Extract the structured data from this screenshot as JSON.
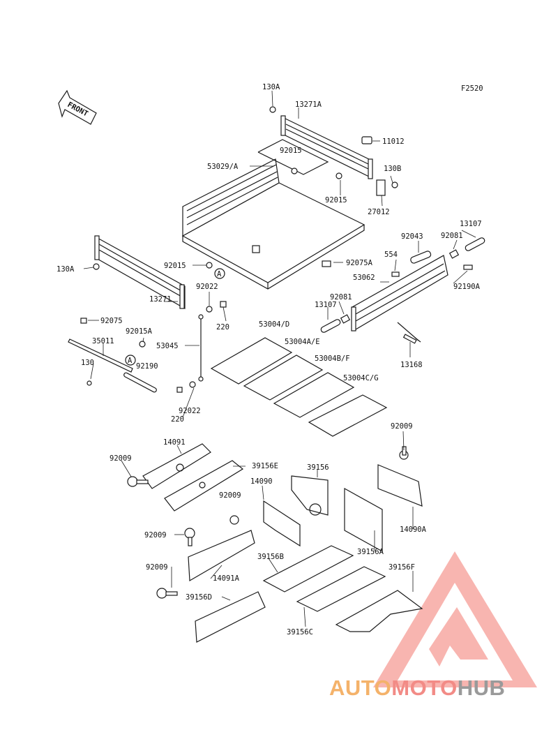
{
  "figure_code": "F2520",
  "front_label": "FRONT",
  "callout_letter": "A",
  "labels": [
    {
      "id": "130A_top",
      "text": "130A"
    },
    {
      "id": "13271A",
      "text": "13271A"
    },
    {
      "id": "11012",
      "text": "11012"
    },
    {
      "id": "92015_a",
      "text": "92015"
    },
    {
      "id": "53029A",
      "text": "53029/A"
    },
    {
      "id": "130B",
      "text": "130B"
    },
    {
      "id": "92015_b",
      "text": "92015"
    },
    {
      "id": "27012",
      "text": "27012"
    },
    {
      "id": "13107_r",
      "text": "13107"
    },
    {
      "id": "92043",
      "text": "92043"
    },
    {
      "id": "92081_r",
      "text": "92081"
    },
    {
      "id": "554",
      "text": "554"
    },
    {
      "id": "130A_left",
      "text": "130A"
    },
    {
      "id": "92015_c",
      "text": "92015"
    },
    {
      "id": "92075A",
      "text": "92075A"
    },
    {
      "id": "53062",
      "text": "53062"
    },
    {
      "id": "92190A",
      "text": "92190A"
    },
    {
      "id": "92022_top",
      "text": "92022"
    },
    {
      "id": "92081_l",
      "text": "92081"
    },
    {
      "id": "13271",
      "text": "13271"
    },
    {
      "id": "13107_l",
      "text": "13107"
    },
    {
      "id": "220_top",
      "text": "220"
    },
    {
      "id": "92075",
      "text": "92075"
    },
    {
      "id": "53004D",
      "text": "53004/D"
    },
    {
      "id": "92015A",
      "text": "92015A"
    },
    {
      "id": "35011",
      "text": "35011"
    },
    {
      "id": "53004AE",
      "text": "53004A/E"
    },
    {
      "id": "53045",
      "text": "53045"
    },
    {
      "id": "53004BF",
      "text": "53004B/F"
    },
    {
      "id": "13168",
      "text": "13168"
    },
    {
      "id": "130",
      "text": "130"
    },
    {
      "id": "92190",
      "text": "92190"
    },
    {
      "id": "53004CG",
      "text": "53004C/G"
    },
    {
      "id": "92022_bot",
      "text": "92022"
    },
    {
      "id": "220_bot",
      "text": "220"
    },
    {
      "id": "92009_r",
      "text": "92009"
    },
    {
      "id": "14091",
      "text": "14091"
    },
    {
      "id": "92009_l1",
      "text": "92009"
    },
    {
      "id": "39156E",
      "text": "39156E"
    },
    {
      "id": "39156",
      "text": "39156"
    },
    {
      "id": "14090",
      "text": "14090"
    },
    {
      "id": "92009_m",
      "text": "92009"
    },
    {
      "id": "14090A",
      "text": "14090A"
    },
    {
      "id": "92009_l2",
      "text": "92009"
    },
    {
      "id": "39156A",
      "text": "39156A"
    },
    {
      "id": "39156B",
      "text": "39156B"
    },
    {
      "id": "14091A",
      "text": "14091A"
    },
    {
      "id": "92009_l3",
      "text": "92009"
    },
    {
      "id": "39156F",
      "text": "39156F"
    },
    {
      "id": "39156D",
      "text": "39156D"
    },
    {
      "id": "39156C",
      "text": "39156C"
    }
  ],
  "watermark": {
    "part1": "AUTO",
    "part2": "MOTO",
    "part3": "HUB",
    "colors": {
      "auto": "#f4b26a",
      "moto": "#f28b86",
      "hub": "#9a9a9a",
      "triangle": "#f28b86"
    }
  }
}
